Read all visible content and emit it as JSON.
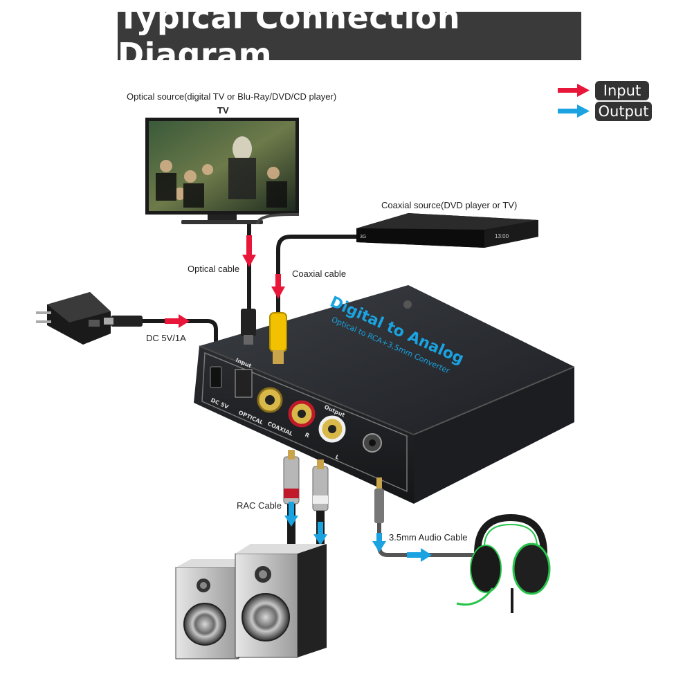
{
  "title": "Typical Connection Diagram",
  "legend": {
    "input_label": "Input",
    "output_label": "Output",
    "input_color": "#e8173a",
    "output_color": "#1aa3e0"
  },
  "labels": {
    "optical_source": "Optical source(digital TV or Blu-Ray/DVD/CD player)",
    "tv": "TV",
    "coaxial_source": "Coaxial source(DVD player or TV)",
    "optical_cable": "Optical cable",
    "coaxial_cable": "Coaxial cable",
    "dc_power": "DC 5V/1A",
    "rac_cable": "RAC Cable",
    "audio_cable": "3.5mm Audio Cable"
  },
  "device": {
    "brand_line1": "Digital to Analog",
    "brand_line2": "Optical to RCA+3.5mm Converter",
    "port_dc": "DC 5V",
    "port_input": "Input",
    "port_optical": "OPTICAL",
    "port_coaxial": "COAXIAL",
    "port_output": "Output",
    "port_r": "R",
    "port_l": "L"
  },
  "dvd_display": "13:00",
  "dvd_logo": "3G",
  "colors": {
    "input": "#e8173a",
    "output": "#1aa3e0",
    "device": "#2a2c30",
    "title_bg": "#3a3a3a"
  }
}
